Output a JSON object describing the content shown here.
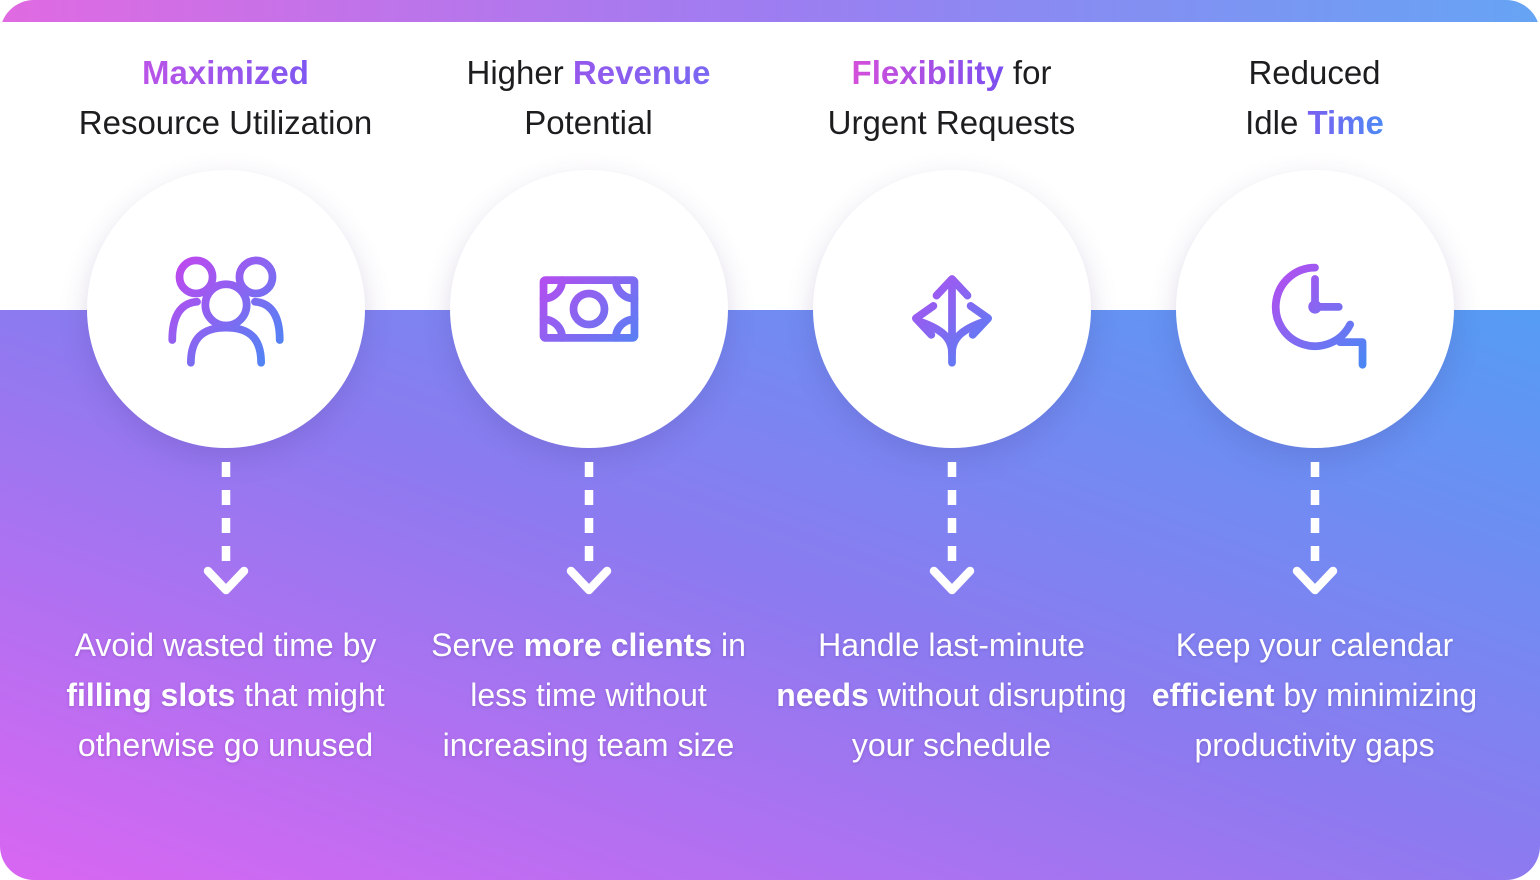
{
  "colors": {
    "page_bg": "#ffffff",
    "top_strip_gradient": [
      "#e06ae2",
      "#9d7df1",
      "#66a4f4"
    ],
    "bottom_gradient": [
      "#d966f2",
      "#8d7af0",
      "#559cf4"
    ],
    "title_text": "#1d1d1f",
    "body_text": "#ffffff",
    "circle_bg": "#ffffff",
    "arrow_color": "#ffffff",
    "icon_gradient": [
      "#cf3fee",
      "#3f8df5"
    ]
  },
  "columns": [
    {
      "name": "maximized-resource-utilization",
      "icon": "people-group-icon",
      "title_segments": [
        {
          "text": "Maximized",
          "highlight": true,
          "gradient": [
            "#bb54e8",
            "#7e57f0"
          ]
        },
        {
          "text": "\nResource Utilization"
        }
      ],
      "body_segments": [
        {
          "text": "Avoid wasted time by "
        },
        {
          "text": "filling slots",
          "bold": true
        },
        {
          "text": " that might otherwise go unused"
        }
      ]
    },
    {
      "name": "higher-revenue-potential",
      "icon": "banknote-icon",
      "title_segments": [
        {
          "text": "Higher "
        },
        {
          "text": "Revenue",
          "highlight": true,
          "gradient": [
            "#9558ec",
            "#7a68f2"
          ]
        },
        {
          "text": "\nPotential"
        }
      ],
      "body_segments": [
        {
          "text": "Serve "
        },
        {
          "text": "more clients",
          "bold": true
        },
        {
          "text": " in less time without increasing team size"
        }
      ]
    },
    {
      "name": "flexibility-urgent-requests",
      "icon": "three-way-arrow-icon",
      "title_segments": [
        {
          "text": "Flexibility",
          "highlight": true,
          "gradient": [
            "#d44fda",
            "#7a4ff0"
          ]
        },
        {
          "text": " for\nUrgent Requests"
        }
      ],
      "body_segments": [
        {
          "text": "Handle last-minute "
        },
        {
          "text": "needs",
          "bold": true
        },
        {
          "text": " without disrupting your schedule"
        }
      ]
    },
    {
      "name": "reduced-idle-time",
      "icon": "clock-history-icon",
      "title_segments": [
        {
          "text": "Reduced\nIdle "
        },
        {
          "text": "Time",
          "highlight": true,
          "gradient": [
            "#7a5ff0",
            "#4e8af5"
          ]
        }
      ],
      "body_segments": [
        {
          "text": "Keep your calendar "
        },
        {
          "text": "efficient",
          "bold": true
        },
        {
          "text": " by minimizing productivity gaps"
        }
      ]
    }
  ]
}
